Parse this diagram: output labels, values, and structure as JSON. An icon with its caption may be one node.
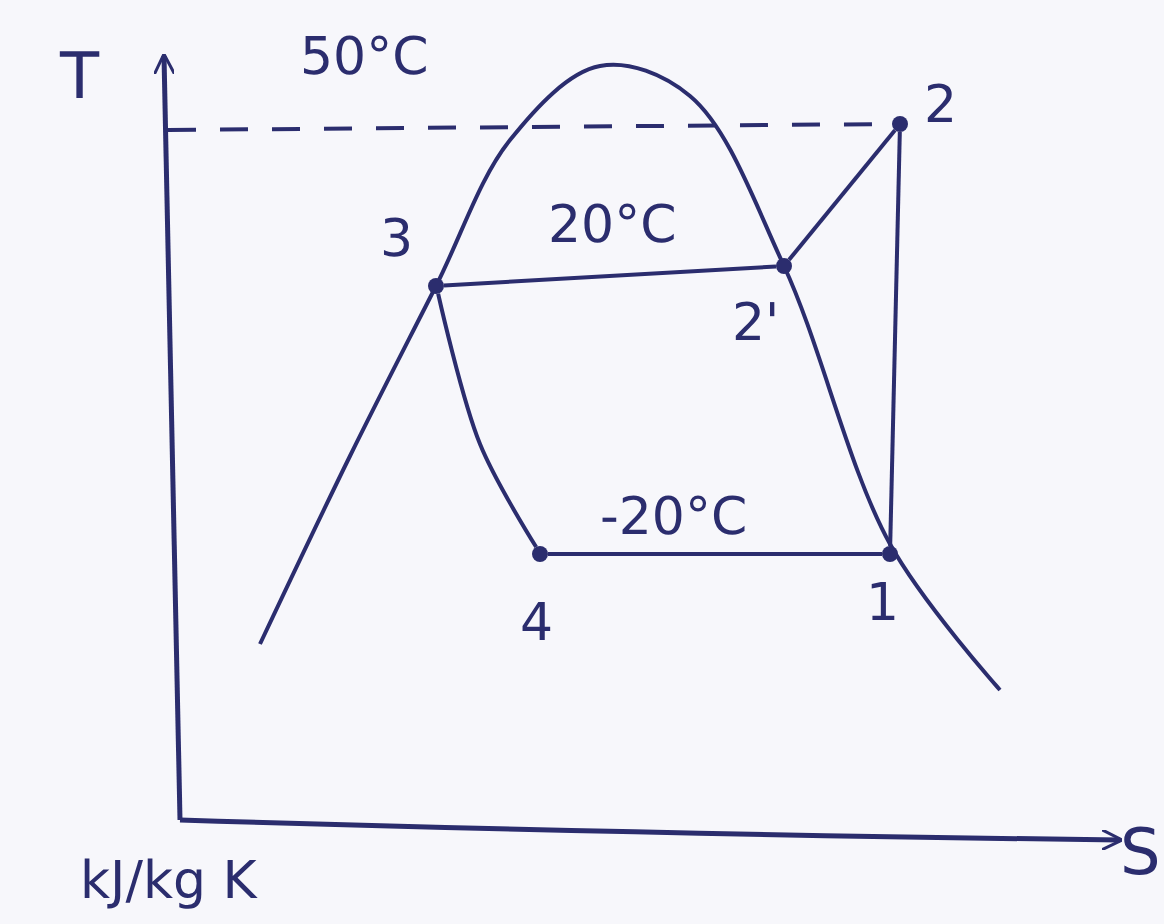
{
  "diagram": {
    "nodes": [
      {
        "text": [
          "2"
        ]
      },
      {
        "text": [
          "3"
        ]
      },
      {
        "text": [
          "2'"
        ]
      },
      {
        "text": [
          "1"
        ]
      },
      {
        "text": [
          "4"
        ]
      }
    ],
    "edges": [
      {
        "from": 3,
        "to": 0,
        "arrow": "none"
      },
      {
        "from": 0,
        "to": 2,
        "arrow": "none"
      },
      {
        "from": 2,
        "to": 1,
        "arrow": "none",
        "label": "20°C"
      },
      {
        "from": 1,
        "to": 4,
        "arrow": "none"
      },
      {
        "from": 4,
        "to": 3,
        "arrow": "none",
        "label": "-20°C"
      }
    ],
    "labels": [
      "T",
      "50°C",
      "S",
      "kJ/kg K"
    ]
  }
}
